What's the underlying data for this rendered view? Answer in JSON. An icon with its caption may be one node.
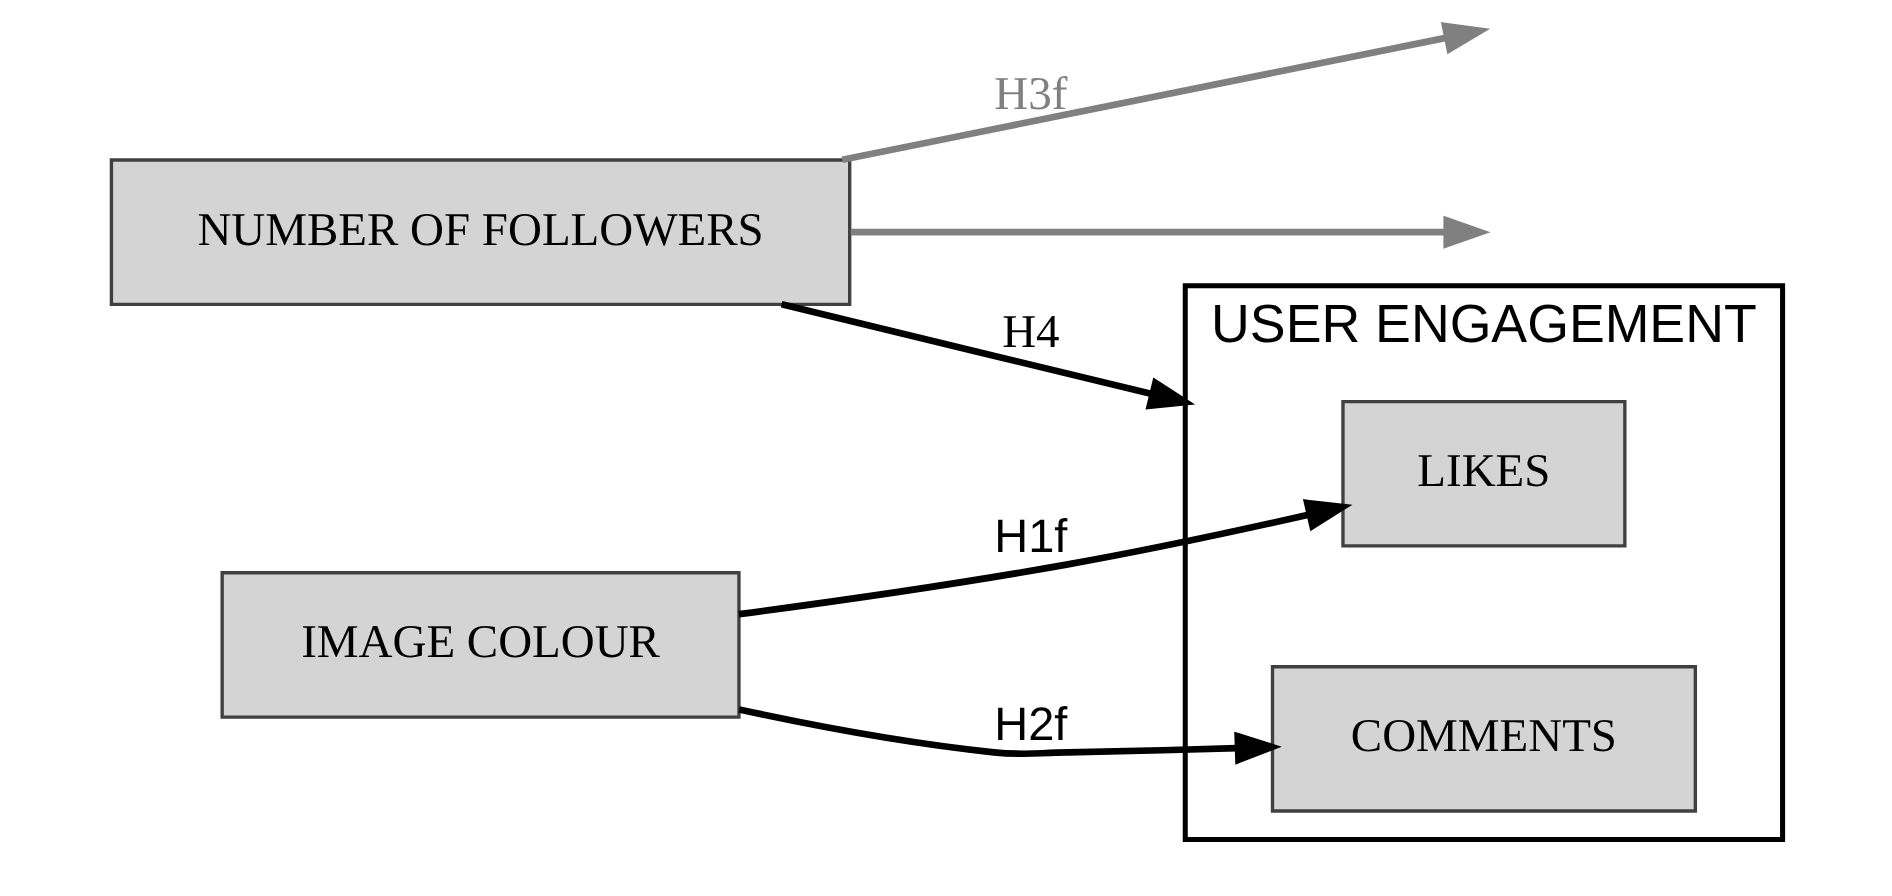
{
  "diagram": {
    "nodes": [
      {
        "text": [
          "NUMBER OF FOLLOWERS"
        ]
      },
      {
        "text": [
          "IMAGE COLOUR"
        ]
      },
      {
        "text": [
          "USER ENGAGEMENT"
        ]
      },
      {
        "text": [
          "LIKES"
        ],
        "in": 2
      },
      {
        "text": [
          "COMMENTS"
        ],
        "in": 2
      }
    ],
    "edges": [
      {
        "from": 0,
        "to": 2,
        "arrow": "to",
        "label": "H4"
      },
      {
        "from": 1,
        "to": 3,
        "arrow": "to",
        "label": "H1f"
      },
      {
        "from": 1,
        "to": 4,
        "arrow": "to",
        "label": "H2f"
      },
      {
        "from": 0,
        "to": null,
        "arrow": "to",
        "color": "#808080",
        "label": "H3f"
      },
      {
        "from": 0,
        "to": null,
        "arrow": "to",
        "color": "#808080"
      }
    ]
  }
}
